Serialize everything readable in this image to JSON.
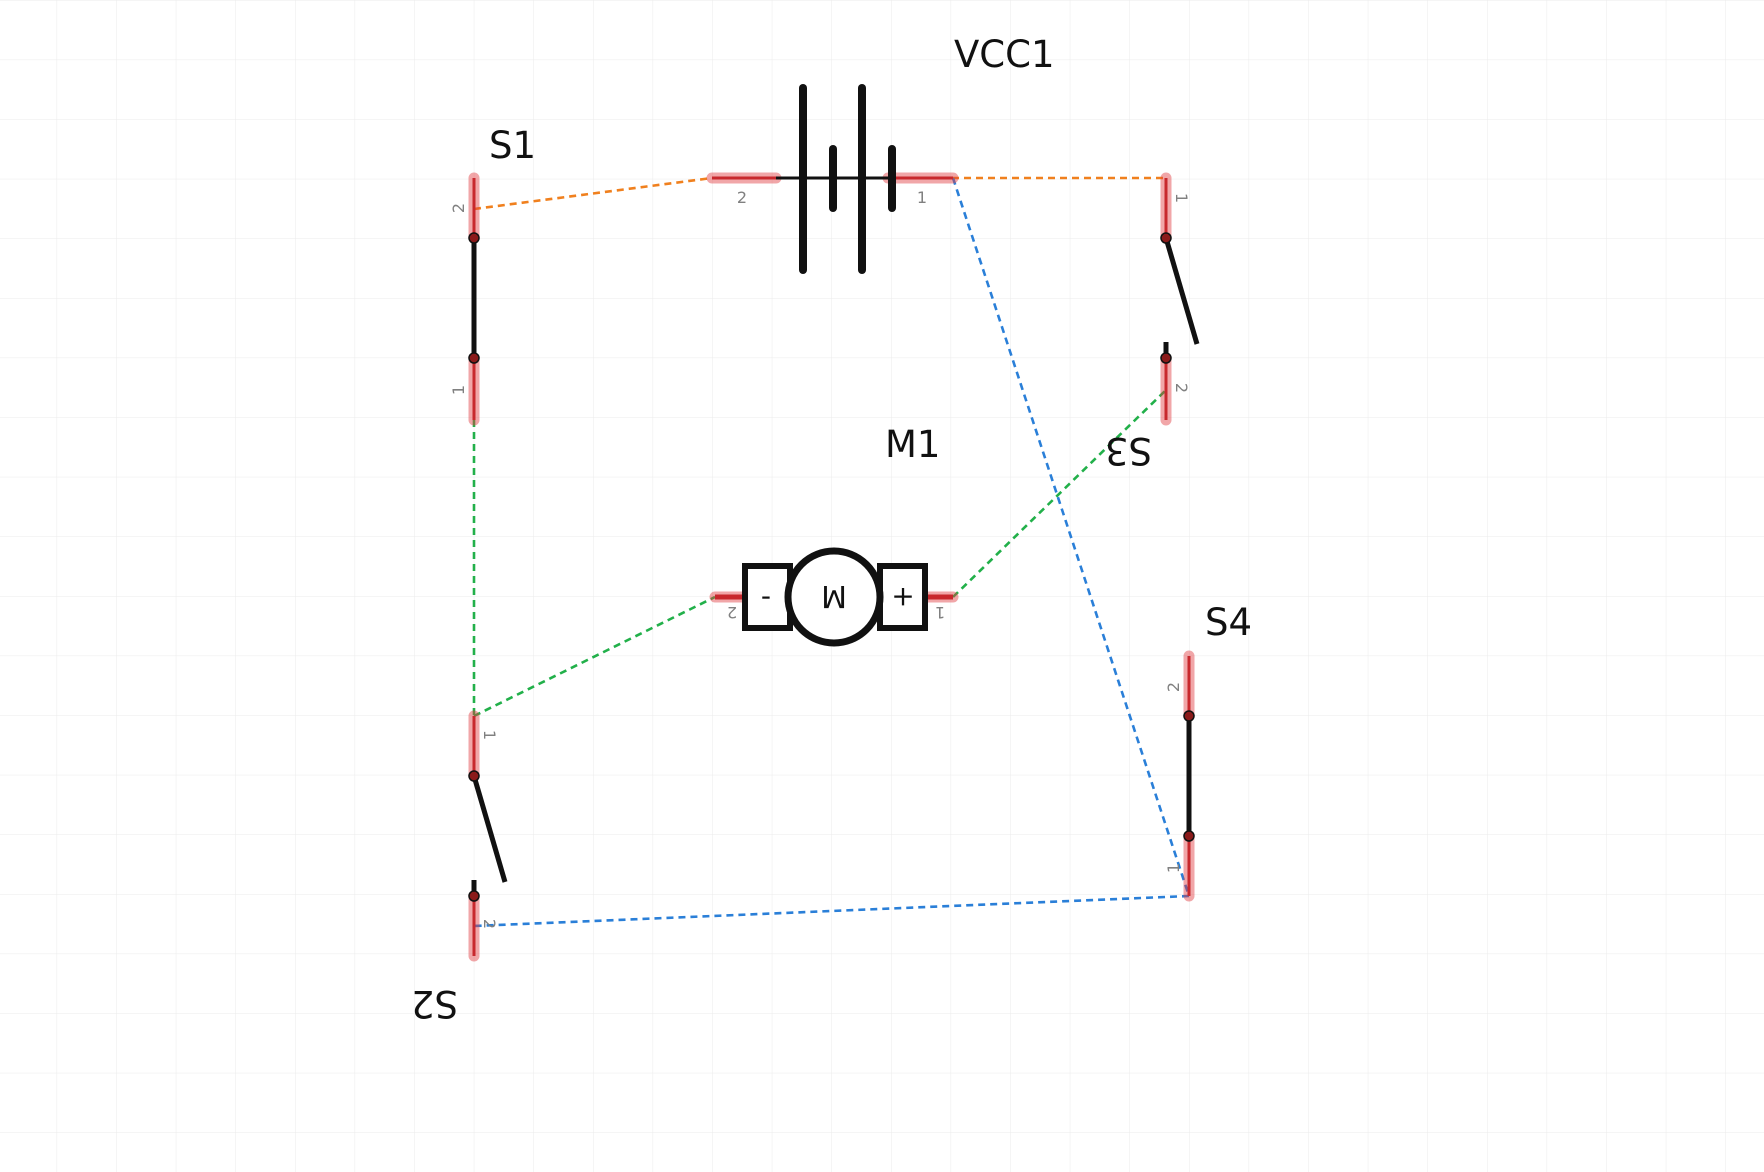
{
  "schematic": {
    "components": {
      "vcc1": {
        "ref": "VCC1",
        "pins": [
          "1",
          "2"
        ]
      },
      "s1": {
        "ref": "S1",
        "pins": [
          "1",
          "2"
        ]
      },
      "s2": {
        "ref": "S2",
        "pins": [
          "1",
          "2"
        ]
      },
      "s3": {
        "ref": "S3",
        "pins": [
          "1",
          "2"
        ]
      },
      "s4": {
        "ref": "S4",
        "pins": [
          "1",
          "2"
        ]
      },
      "m1": {
        "ref": "M1",
        "symbol": "M",
        "plus": "+",
        "minus": "-",
        "pins": [
          "1",
          "2"
        ]
      }
    },
    "wire_colors": {
      "supply_positive": "#f0801e",
      "motor_nets": "#22b04a",
      "supply_return": "#2a7fd8"
    },
    "pin_highlight_color": "#e0393e"
  }
}
